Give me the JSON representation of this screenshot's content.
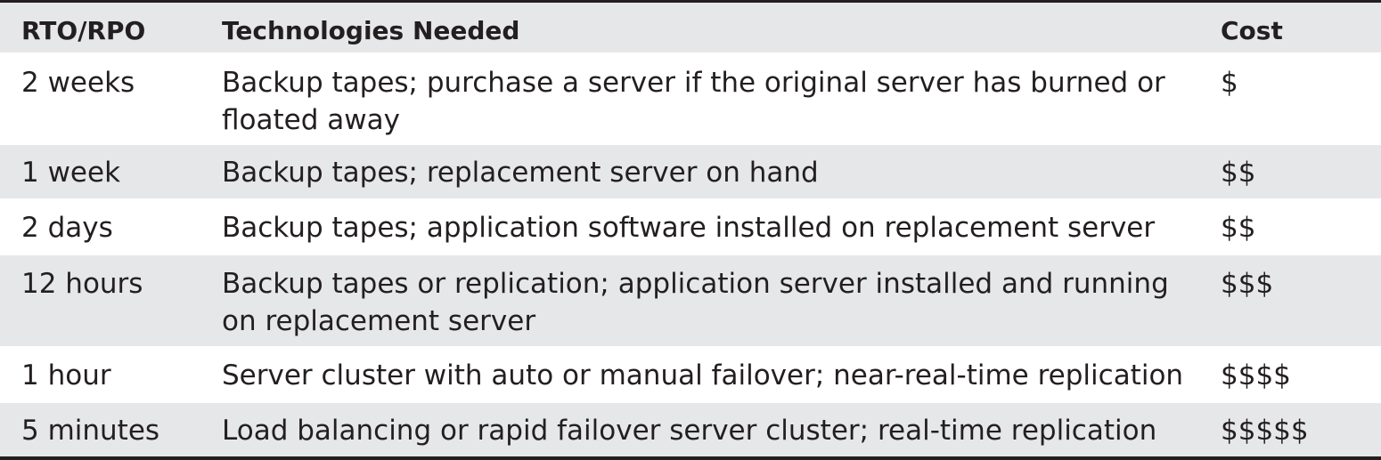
{
  "table": {
    "headers": [
      "RTO/RPO",
      "Technologies Needed",
      "Cost"
    ],
    "rows": [
      {
        "rto": "2 weeks",
        "tech": "Backup tapes; purchase a server if the original server has burned or floated away",
        "cost": "$"
      },
      {
        "rto": "1 week",
        "tech": "Backup tapes; replacement server on hand",
        "cost": "$$"
      },
      {
        "rto": "2 days",
        "tech": "Backup tapes; application software installed on replacement server",
        "cost": "$$"
      },
      {
        "rto": "12 hours",
        "tech": "Backup tapes or replication; application server installed and running on replacement server",
        "cost": "$$$"
      },
      {
        "rto": "1 hour",
        "tech": "Server cluster with auto or manual failover; near-real-time replication",
        "cost": "$$$$"
      },
      {
        "rto": "5 minutes",
        "tech": "Load balancing or rapid failover server cluster; real-time replication",
        "cost": "$$$$$"
      }
    ]
  }
}
